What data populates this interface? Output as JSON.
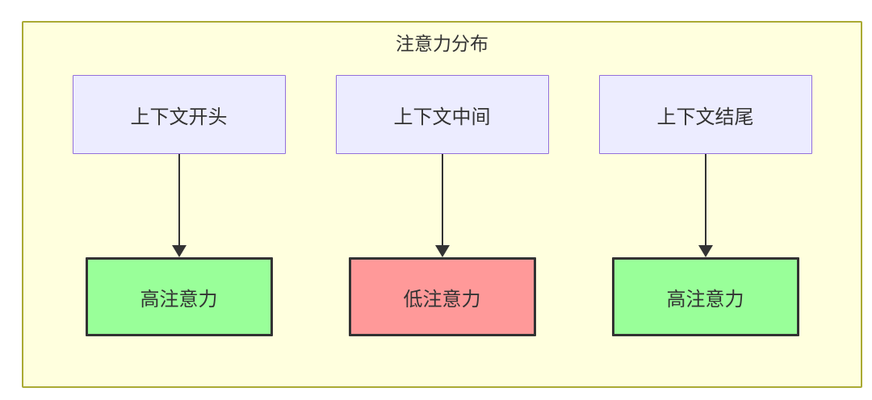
{
  "diagram": {
    "title": "注意力分布",
    "columns": [
      {
        "source": "上下文开头",
        "target": "高注意力",
        "target_type": "high-attention"
      },
      {
        "source": "上下文中间",
        "target": "低注意力",
        "target_type": "low-attention"
      },
      {
        "source": "上下文结尾",
        "target": "高注意力",
        "target_type": "high-attention"
      }
    ],
    "colors": {
      "container_bg": "#ffffde",
      "container_border": "#aaaa33",
      "source_bg": "#ececff",
      "source_border": "#9370db",
      "high_attention_bg": "#99ff99",
      "low_attention_bg": "#ff9999",
      "target_border": "#333333",
      "arrow": "#333333",
      "text": "#333333"
    }
  }
}
